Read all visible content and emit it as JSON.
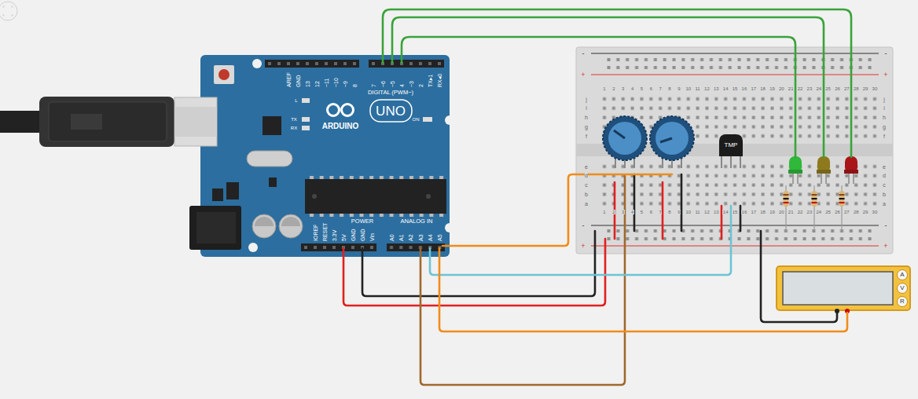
{
  "diagram": {
    "nodes": [
      {
        "text": [
          "TMP"
        ]
      }
    ],
    "labels": [
      "AREF",
      "GND",
      "13",
      "12",
      "~11",
      "~10",
      "~9",
      "8",
      "7",
      "~6",
      "~5",
      "4",
      "~3",
      "2",
      "TX▸1",
      "RX◂0",
      "DIGITAL (PWM~)",
      "L",
      "TX",
      "RX",
      "ON",
      "ARDUINO",
      "UNO",
      "IOREF",
      "RESET",
      "3.3V",
      "5V",
      "GND",
      "GND",
      "Vin",
      "POWER",
      "ANALOG IN",
      "A0",
      "A1",
      "A2",
      "A3",
      "A4",
      "A5",
      "1",
      "2",
      "3",
      "4",
      "5",
      "6",
      "7",
      "8",
      "9",
      "10",
      "11",
      "12",
      "13",
      "14",
      "15",
      "16",
      "17",
      "18",
      "19",
      "20",
      "21",
      "22",
      "23",
      "24",
      "25",
      "26",
      "27",
      "28",
      "29",
      "30",
      "1",
      "2",
      "3",
      "4",
      "5",
      "6",
      "7",
      "8",
      "9",
      "10",
      "11",
      "12",
      "13",
      "14",
      "15",
      "16",
      "17",
      "18",
      "19",
      "20",
      "21",
      "22",
      "23",
      "24",
      "25",
      "26",
      "27",
      "28",
      "29",
      "30",
      "j",
      "i",
      "h",
      "g",
      "f",
      "e",
      "d",
      "c",
      "b",
      "a",
      "j",
      "i",
      "h",
      "g",
      "f",
      "e",
      "d",
      "c",
      "b",
      "a",
      "-",
      "-",
      "+",
      "+",
      "-",
      "-",
      "+",
      "+",
      "A",
      "V",
      "R"
    ]
  }
}
